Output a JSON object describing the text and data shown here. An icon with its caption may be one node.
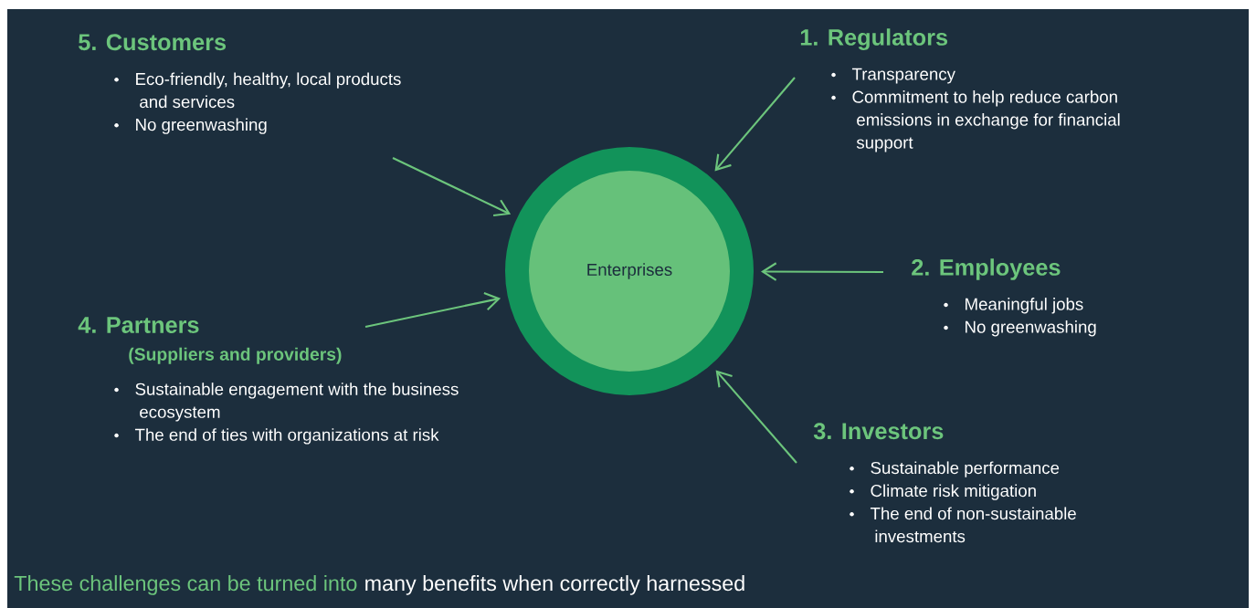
{
  "diagram": {
    "nodes": [
      {
        "text": [
          "5. Customers",
          "Eco-friendly, healthy, local products and services",
          "No greenwashing"
        ]
      },
      {
        "text": [
          "1. Regulators",
          "Transparency",
          "Commitment to help reduce carbon emissions in exchange for financial support"
        ]
      },
      {
        "text": [
          "Enterprises"
        ]
      },
      {
        "text": [
          "2. Employees",
          "Meaningful jobs",
          "No greenwashing"
        ]
      },
      {
        "text": [
          "4. Partners",
          "(Suppliers and providers)",
          "Sustainable engagement with the business ecosystem",
          "The end of ties with organizations at risk"
        ]
      },
      {
        "text": [
          "3. Investors",
          "Sustainable performance",
          "Climate risk mitigation",
          "The end of non-sustainable investments"
        ]
      }
    ],
    "edges": [
      {
        "from": 0,
        "to": 2,
        "arrow": "to"
      },
      {
        "from": 1,
        "to": 2,
        "arrow": "to"
      },
      {
        "from": 3,
        "to": 2,
        "arrow": "to"
      },
      {
        "from": 4,
        "to": 2,
        "arrow": "to"
      },
      {
        "from": 5,
        "to": 2,
        "arrow": "to"
      }
    ],
    "labels": [
      "These challenges can be turned into",
      "many benefits when correctly harnessed"
    ]
  }
}
